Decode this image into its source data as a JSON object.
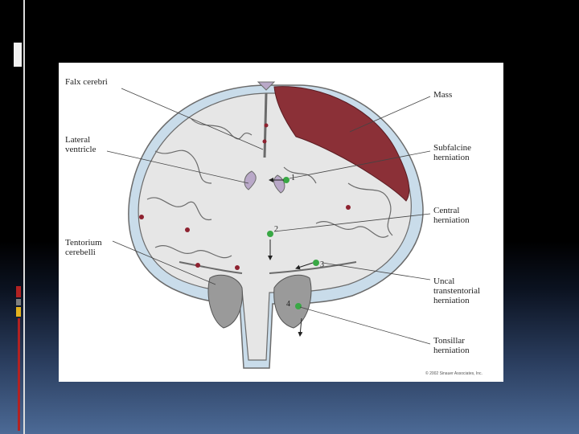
{
  "labels": {
    "falx": "Falx cerebri",
    "lateral": "Lateral\nventricle",
    "tentorium": "Tentorium\ncerebelli",
    "mass": "Mass",
    "subfalcine": "Subfalcine\nherniation",
    "central": "Central\nherniation",
    "uncal": "Uncal\ntranstentorial\nherniation",
    "tonsillar": "Tonsillar\nherniation"
  },
  "numbers": [
    "1",
    "2",
    "3",
    "4"
  ],
  "credit": "© 2002 Sinauer Associates, Inc.",
  "colors": {
    "mass": "#8b3037",
    "meninges": "#c9dcea",
    "brain": "#e6e6e6",
    "outline": "#6b6b6b",
    "marker": "#39a845",
    "vessel": "#8e2230",
    "cerebellum": "#9a9a9a",
    "ventricle": "#b9a8c8"
  }
}
